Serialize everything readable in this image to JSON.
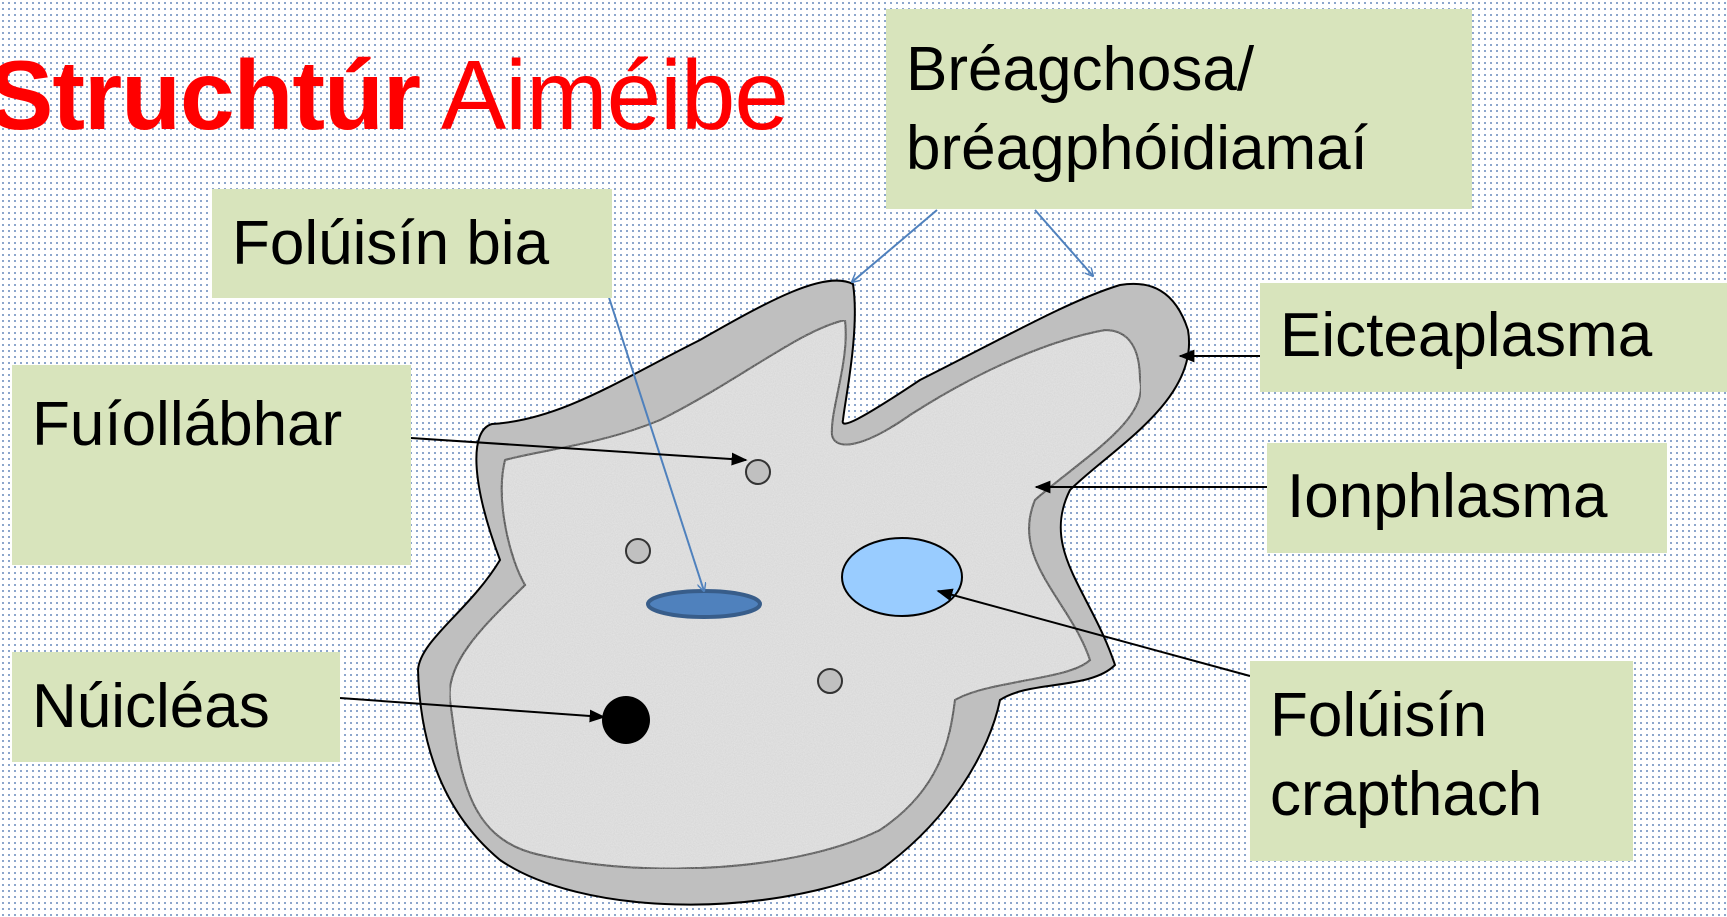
{
  "title": {
    "part1": "Struchtúr",
    "part2": "Aiméibe"
  },
  "labels": {
    "pseudopodia": {
      "line1": "Bréagchosa/",
      "line2": "bréagphóidiamaí"
    },
    "food_vacuole": "Folúisín bia",
    "ectoplasm": "Eicteaplasma",
    "waste": "Fuíollábhar",
    "endoplasm": "Ionphlasma",
    "nucleus": "Núicléas",
    "contractile_vacuole": {
      "line1": "Folúisín",
      "line2": "crapthach"
    }
  },
  "colors": {
    "title": "#ff0000",
    "label_bg": "#d8e4bc",
    "ectoplasm": "#bfbfbf",
    "endoplasm": "#e6e6e6",
    "food_vacuole": "#4f81bd",
    "contractile_vacuole": "#99ccff",
    "waste": "#c0c0c0",
    "nucleus": "#000000",
    "pointer_blue": "#4f81bd",
    "pointer_black": "#000000"
  }
}
